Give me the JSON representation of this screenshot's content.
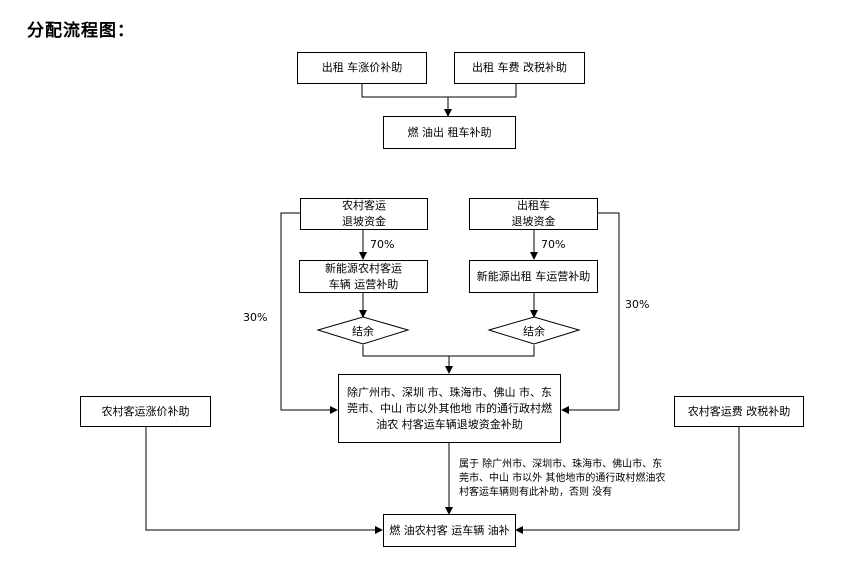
{
  "title": "分配流程图：",
  "nodes": {
    "taxi_price_subsidy": "出租 车涨价补助",
    "taxi_fee_tax_subsidy": "出租 车费 改税补助",
    "fuel_taxi_subsidy": "燃 油出 租车补助",
    "rural_refund": [
      "农村客运",
      "退坡资金"
    ],
    "taxi_refund": [
      "出租车",
      "退坡资金"
    ],
    "rural_nev_subsidy": [
      "新能源农村客运",
      "车辆 运营补助"
    ],
    "taxi_nev_subsidy": "新能源出租 车运营补助",
    "balance_left": "结余",
    "balance_right": "结余",
    "center_box": [
      "除广州市、深圳 市、珠海市、佛山 市、东",
      "莞市、中山 市以外其他地 市的通行政村燃",
      "油农 村客运车辆退坡资金补助"
    ],
    "rural_price_subsidy": "农村客运涨价补助",
    "rural_fee_tax_subsidy": "农村客运费 改税补助",
    "final_box": "燃 油农村客 运车辆 油补"
  },
  "labels": {
    "pct_70_left": "70%",
    "pct_70_right": "70%",
    "pct_30_left": "30%",
    "pct_30_right": "30%",
    "note": [
      "属于 除广州市、深圳市、珠海市、佛山市、东",
      "莞市、中山 市以外 其他地市的通行政村燃油农",
      "村客运车辆则有此补助，否则 没有"
    ]
  }
}
